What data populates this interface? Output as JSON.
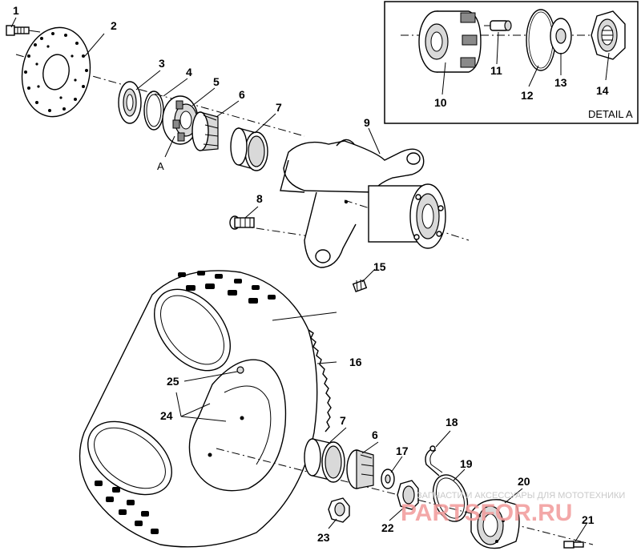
{
  "detail_box": {
    "title": "DETAIL A"
  },
  "callouts": [
    {
      "id": "c1",
      "text": "1"
    },
    {
      "id": "c2",
      "text": "2"
    },
    {
      "id": "c3",
      "text": "3"
    },
    {
      "id": "c4",
      "text": "4"
    },
    {
      "id": "c5",
      "text": "5"
    },
    {
      "id": "c6a",
      "text": "6"
    },
    {
      "id": "c7a",
      "text": "7"
    },
    {
      "id": "cA",
      "text": "A"
    },
    {
      "id": "c8",
      "text": "8"
    },
    {
      "id": "c9",
      "text": "9"
    },
    {
      "id": "c10",
      "text": "10"
    },
    {
      "id": "c11",
      "text": "11"
    },
    {
      "id": "c12",
      "text": "12"
    },
    {
      "id": "c13",
      "text": "13"
    },
    {
      "id": "c14",
      "text": "14"
    },
    {
      "id": "c15",
      "text": "15"
    },
    {
      "id": "c16",
      "text": "16"
    },
    {
      "id": "c17",
      "text": "17"
    },
    {
      "id": "c18",
      "text": "18"
    },
    {
      "id": "c19",
      "text": "19"
    },
    {
      "id": "c20",
      "text": "20"
    },
    {
      "id": "c21",
      "text": "21"
    },
    {
      "id": "c22",
      "text": "22"
    },
    {
      "id": "c23",
      "text": "23"
    },
    {
      "id": "c24",
      "text": "24"
    },
    {
      "id": "c25",
      "text": "25"
    },
    {
      "id": "c6b",
      "text": "6"
    },
    {
      "id": "c7b",
      "text": "7"
    }
  ],
  "watermark": {
    "tagline": "ЗАПЧАСТИ И АКСЕССУАРЫ ДЛЯ МОТОТЕХНИКИ",
    "logo": "PARTSFOR.RU"
  }
}
